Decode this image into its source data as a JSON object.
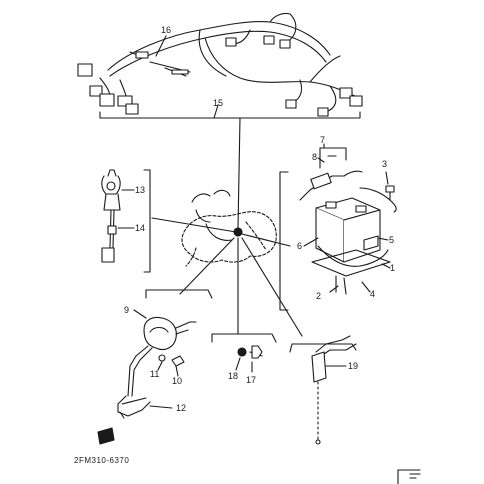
{
  "diagram": {
    "part_labels": {
      "p1": "1",
      "p2": "2",
      "p3": "3",
      "p4": "4",
      "p5": "5",
      "p6": "6",
      "p7": "7",
      "p8": "8",
      "p9": "9",
      "p10": "10",
      "p11": "11",
      "p12": "12",
      "p13": "13",
      "p14": "14",
      "p15": "15",
      "p16": "16",
      "p17": "17",
      "p18": "18",
      "p19": "19"
    },
    "drawing_code": "2FM310-6370",
    "ink_color": "#1a1a1a"
  }
}
